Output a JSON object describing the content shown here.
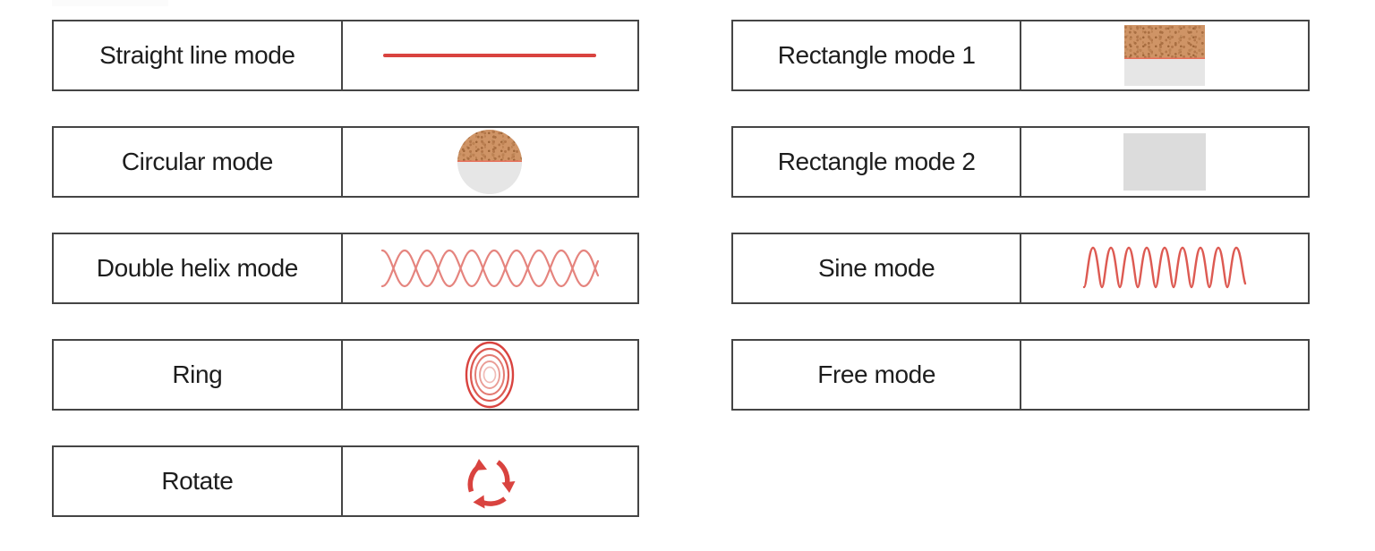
{
  "page": {
    "title": "Drawing / Motion Mode Selection Table",
    "background_color": "#ffffff",
    "border_color": "#454545",
    "accent_red": "#d9433f",
    "cork_color": "#cf9466",
    "gray_fill": "#e2e2e2",
    "divider_red": "#e8705c"
  },
  "columns": [
    {
      "side": "left",
      "rows": [
        {
          "label": "Straight line mode",
          "preview_icon": "straight-line-icon",
          "preview_type": "line"
        },
        {
          "label": "Circular mode",
          "preview_icon": "half-filled-circle-icon",
          "preview_type": "circle"
        },
        {
          "label": "Double helix mode",
          "preview_icon": "double-helix-wave-icon",
          "preview_type": "double-helix"
        },
        {
          "label": "Ring",
          "preview_icon": "concentric-rings-icon",
          "preview_type": "rings"
        },
        {
          "label": "Rotate",
          "preview_icon": "rotate-arrows-icon",
          "preview_type": "rotate"
        }
      ]
    },
    {
      "side": "right",
      "rows": [
        {
          "label": "Rectangle mode 1",
          "preview_icon": "half-filled-rectangle-icon",
          "preview_type": "cork-rectangle"
        },
        {
          "label": "Rectangle mode 2",
          "preview_icon": "plain-rectangle-icon",
          "preview_type": "plain-rectangle"
        },
        {
          "label": "Sine mode",
          "preview_icon": "sine-wave-icon",
          "preview_type": "sine"
        },
        {
          "label": "Free mode",
          "preview_icon": "",
          "preview_type": "empty"
        }
      ]
    }
  ]
}
